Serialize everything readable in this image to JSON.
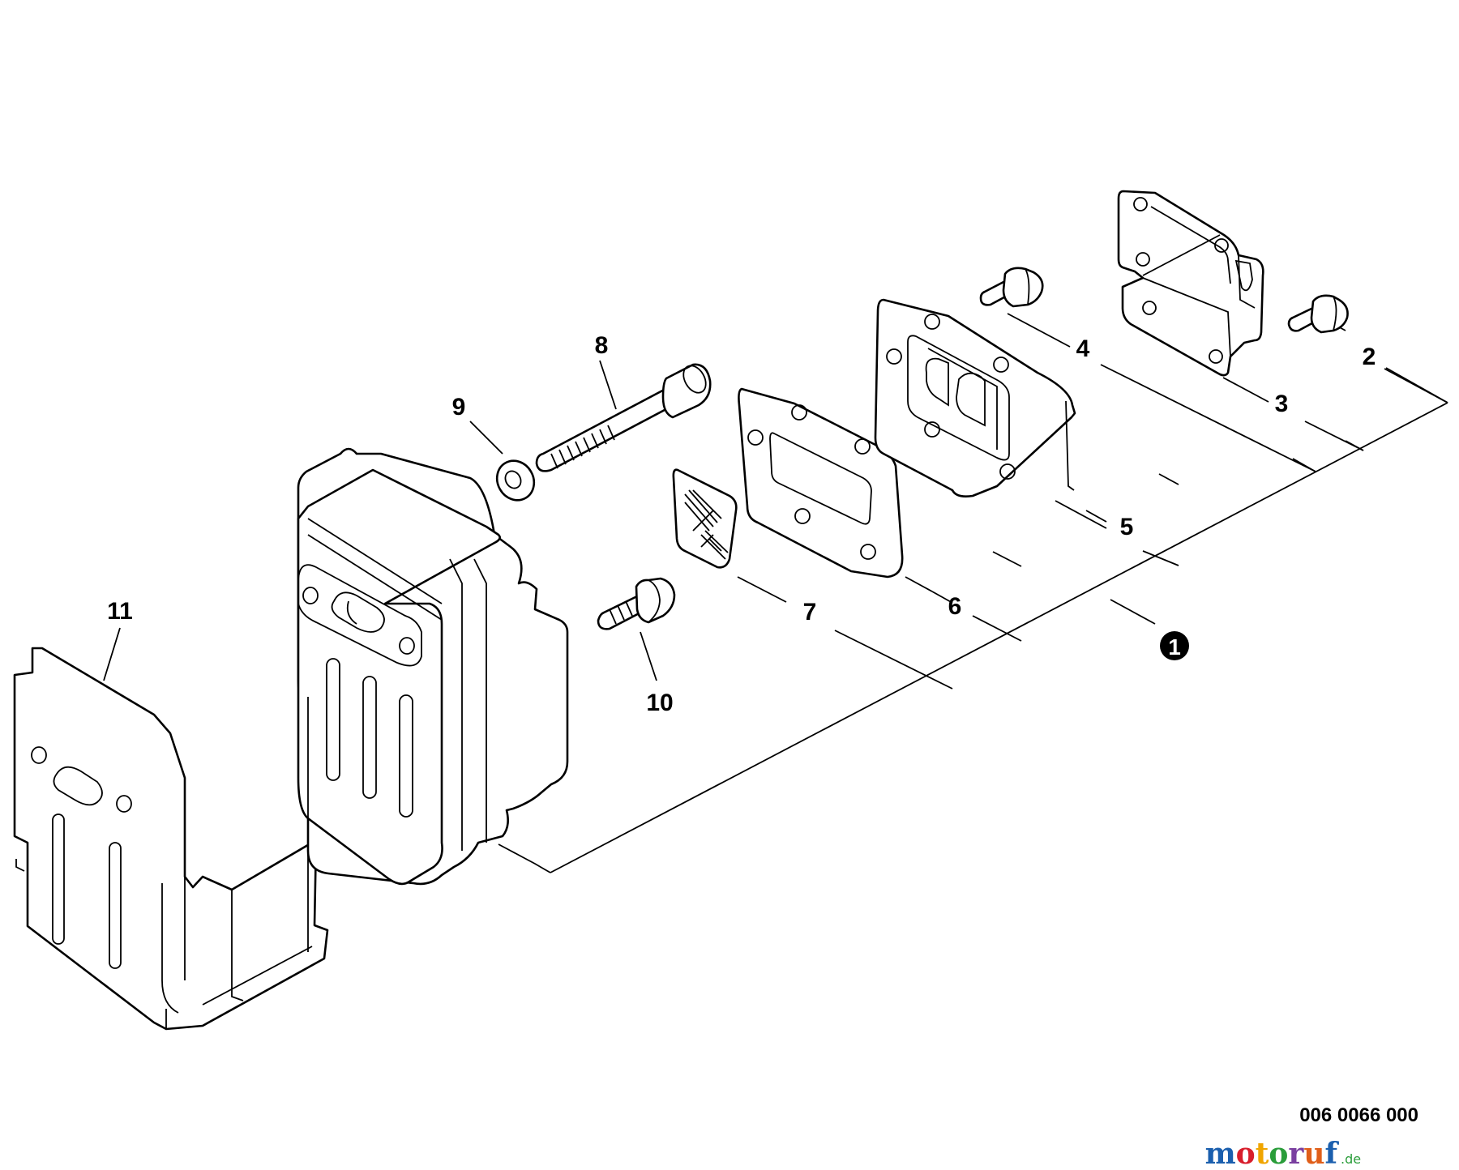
{
  "diagram": {
    "callouts": [
      {
        "id": "1",
        "label": "1",
        "part": "muffler-assembly",
        "style": "filled-circle"
      },
      {
        "id": "2",
        "label": "2",
        "part": "screw"
      },
      {
        "id": "3",
        "label": "3",
        "part": "bracket"
      },
      {
        "id": "4",
        "label": "4",
        "part": "screw"
      },
      {
        "id": "5",
        "label": "5",
        "part": "muffler-plate"
      },
      {
        "id": "6",
        "label": "6",
        "part": "gasket"
      },
      {
        "id": "7",
        "label": "7",
        "part": "screen"
      },
      {
        "id": "8",
        "label": "8",
        "part": "bolt"
      },
      {
        "id": "9",
        "label": "9",
        "part": "washer"
      },
      {
        "id": "10",
        "label": "10",
        "part": "bolt"
      },
      {
        "id": "11",
        "label": "11",
        "part": "heat-shield"
      }
    ],
    "drawing_code": "006 0066 000",
    "watermark": {
      "main": "motoruf",
      "suffix": ".de"
    }
  },
  "colors": {
    "line": "#000000",
    "background": "#ffffff",
    "watermark": [
      "#1b5fae",
      "#d81e2c",
      "#f0a500",
      "#2a9d3a",
      "#7a3fa0",
      "#e05f1a",
      "#1b5fae"
    ]
  }
}
